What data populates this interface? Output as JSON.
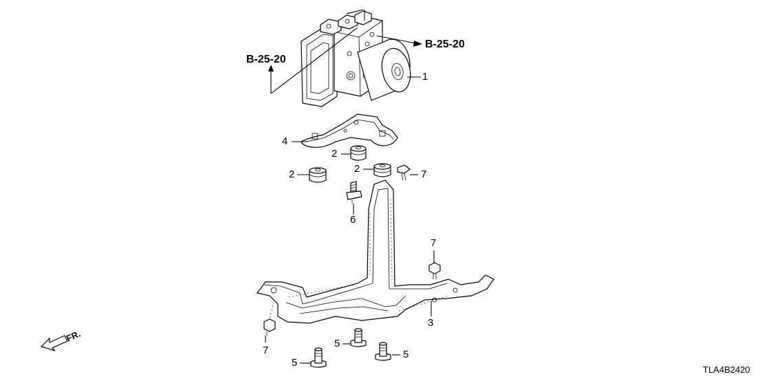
{
  "diagram": {
    "code": "TLA4B2420",
    "direction_marker": "FR.",
    "references": {
      "left": "B-25-20",
      "right": "B-25-20"
    },
    "callouts": [
      "1",
      "2",
      "2",
      "2",
      "3",
      "4",
      "5",
      "5",
      "5",
      "6",
      "7",
      "7",
      "7"
    ]
  },
  "parts": [
    {
      "ref": "1",
      "name": "modulator-assembly"
    },
    {
      "ref": "2",
      "name": "damper-mount"
    },
    {
      "ref": "3",
      "name": "modulator-bracket"
    },
    {
      "ref": "4",
      "name": "bracket-plate"
    },
    {
      "ref": "5",
      "name": "stud-bolt"
    },
    {
      "ref": "6",
      "name": "stud-bolt-6"
    },
    {
      "ref": "7",
      "name": "flange-bolt"
    }
  ]
}
